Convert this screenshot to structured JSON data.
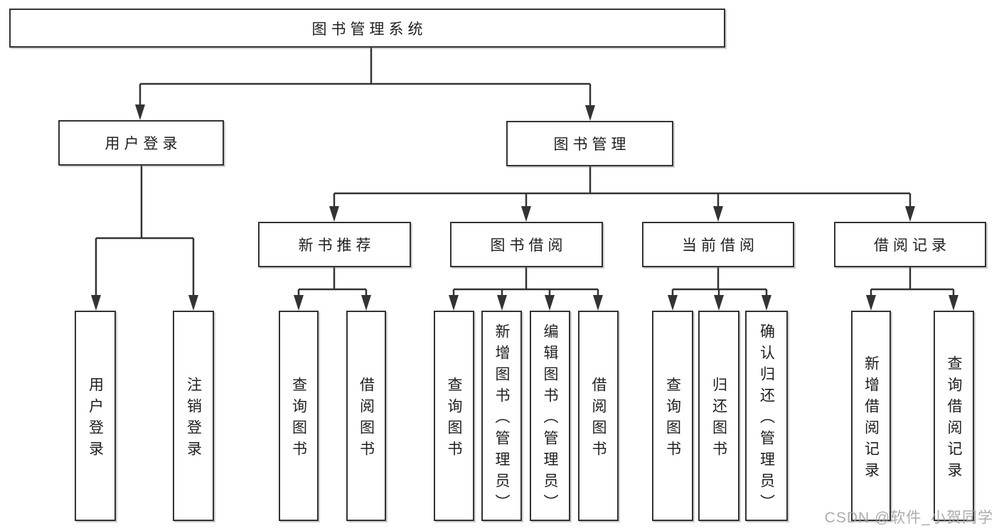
{
  "root": {
    "label": "图书管理系统"
  },
  "branches": {
    "user_login": {
      "label": "用户登录",
      "children": [
        "用户登录",
        "注销登录"
      ]
    },
    "book_mgmt": {
      "label": "图书管理",
      "sections": [
        {
          "label": "新书推荐",
          "children": [
            "查询图书",
            "借阅图书"
          ]
        },
        {
          "label": "图书借阅",
          "children": [
            "查询图书",
            "新增图书（管理员）",
            "编辑图书（管理员）",
            "借阅图书"
          ]
        },
        {
          "label": "当前借阅",
          "children": [
            "查询图书",
            "归还图书",
            "确认归还（管理员）"
          ]
        },
        {
          "label": "借阅记录",
          "children": [
            "新增借阅记录",
            "查询借阅记录"
          ]
        }
      ]
    }
  },
  "watermark": "CSDN @软件_小贺同学",
  "colors": {
    "line": "#333333",
    "text": "#1f1f1f",
    "watermark": "#9e9e9e",
    "background": "#ffffff"
  }
}
